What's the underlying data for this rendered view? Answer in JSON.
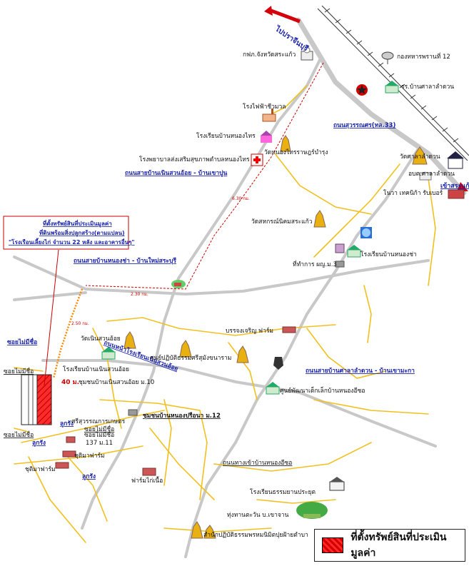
{
  "colors": {
    "highway": "#c8c8c8",
    "yellow_road": "#f0c020",
    "blue_road_label": "#1a22a8",
    "route_red": "#cc0000",
    "subject_red": "#ee1111"
  },
  "directions": {
    "to_prachinburi": "ไปปราจีนบุรี",
    "to_sakaeo": "เข้าสระแก้ว"
  },
  "roads": {
    "suwannason": "ถนนสุวรรณศร(ทล.33)",
    "ban_noen_suan_oi": "ถนนสายบ้านเนินสวนอ้อย - บ้านเขาปูน",
    "ban_nong_cha": "ถนนสายบ้านหนองช่า - บ้านใหม่สระบุรี",
    "ban_sala_lamduan": "ถนนสายบ้านศาลาลำดวน - บ้านเขามะกา",
    "diagonal_school_road": "ถนนหน้าโรงเรียนเนินสวนอ้อย",
    "soi_mai_mee_chue_1": "ซอยไม่มีชื่อ",
    "soi_mai_mee_chue_2": "ซอยไม่มีชื่อ",
    "soi_mai_mee_chue_3": "ซอยไม่มีชื่อ",
    "soi_mai_mee_chue_4": "ซอยไม่มีชื่อ",
    "lukrang_1": "ลูกรัง",
    "lukrang_2": "ลูกรัง",
    "lukrang_3": "ลูกรัง",
    "nong_ee_sor": "ถนนทางเข้าบ้านหนองอีซอ"
  },
  "distances": {
    "d1": "6.30 กม.",
    "d2": "2.30 กม.",
    "d3": "2.50 กม.",
    "frontage": "40 ม."
  },
  "callout": {
    "line1": "ที่ตั้งทรัพย์สินที่ประเมินมูลค่า",
    "line2": "ที่ดินพร้อมสิ่งปลูกสร้าง(ตามแปลน)",
    "line3": "\"โรงเรือนเลี้ยงไก่ จำนวน 22 หลัง และอาคารอื่นๆ\""
  },
  "places": {
    "kfn_sakaeo": "กฟภ.จังหวัดสระแก้ว",
    "army_unit": "กองทหารพรานที่ 12",
    "school_sala_lamduan": "รร.บ้านศาลาลำดวน",
    "rice_mill": "โรงไฟฟ้าชีวมวล",
    "school_nong_sai": "โรงเรียนบ้านหนองไทร",
    "hospital": "โรงพยาบาลส่งเสริมสุขภาพตำบลหนองไทร",
    "wat_nong_sai": "วัดหนองไทรราษฎร์บำรุง",
    "wat_sala_lamduan": "วัดศาลาลำดวน",
    "obt": "อบต.ศาลาลำดวน",
    "nova": "โนวา เทคนิก้า รับเบอร์",
    "wat_nikhom": "วัดสหกรณ์นิคมสระแก้ว",
    "school_nong_cha": "โรงเรียนบ้านหนองช่า",
    "moo3_office": "ที่ทำการ ผญ.ม.3",
    "wat_noen": "วัดเนินสวนอ้อย",
    "cp_farm": "บรรจงเจริญ ฟาร์ม",
    "practice_center": "ศูนย์ปฏิบัติธรรมศรีสุมังขนาราม",
    "school_noen": "โรงเรียนบ้านเนินสวนอ้อย",
    "community_m10": "ชุมชนบ้านเนินสวนอ้อย ม.10",
    "child_center": "ศูนย์พัฒนาเด็กเล็กบ้านหนองอีซอ",
    "community_m12": "ชุมชนบ้านหนองปรือนา ม.12",
    "sri_farm": "ศรีสุวรรณการเกษตร",
    "soi_label": "ซอยไม่มีชื่อ",
    "house_137": "137 ม.11",
    "sumit_farm_1": "ชุติมาฟาร์ม",
    "sumit_farm_2": "ชุติมาฟาร์ม",
    "pharm": "ฟาร์มไก่เนื้อ",
    "school_pracha": "โรงเรียนธรรมยานประยุต",
    "tung_thong": "ทุ่งทานตะวัน บ.เขาจาน",
    "monastery": "สำนักปฏิบัติธรรมพรหมนิมิตปุยฝ้ายตำบา"
  },
  "legend": {
    "label": "ที่ตั้งทรัพย์สินที่ประเมินมูลค่า"
  }
}
